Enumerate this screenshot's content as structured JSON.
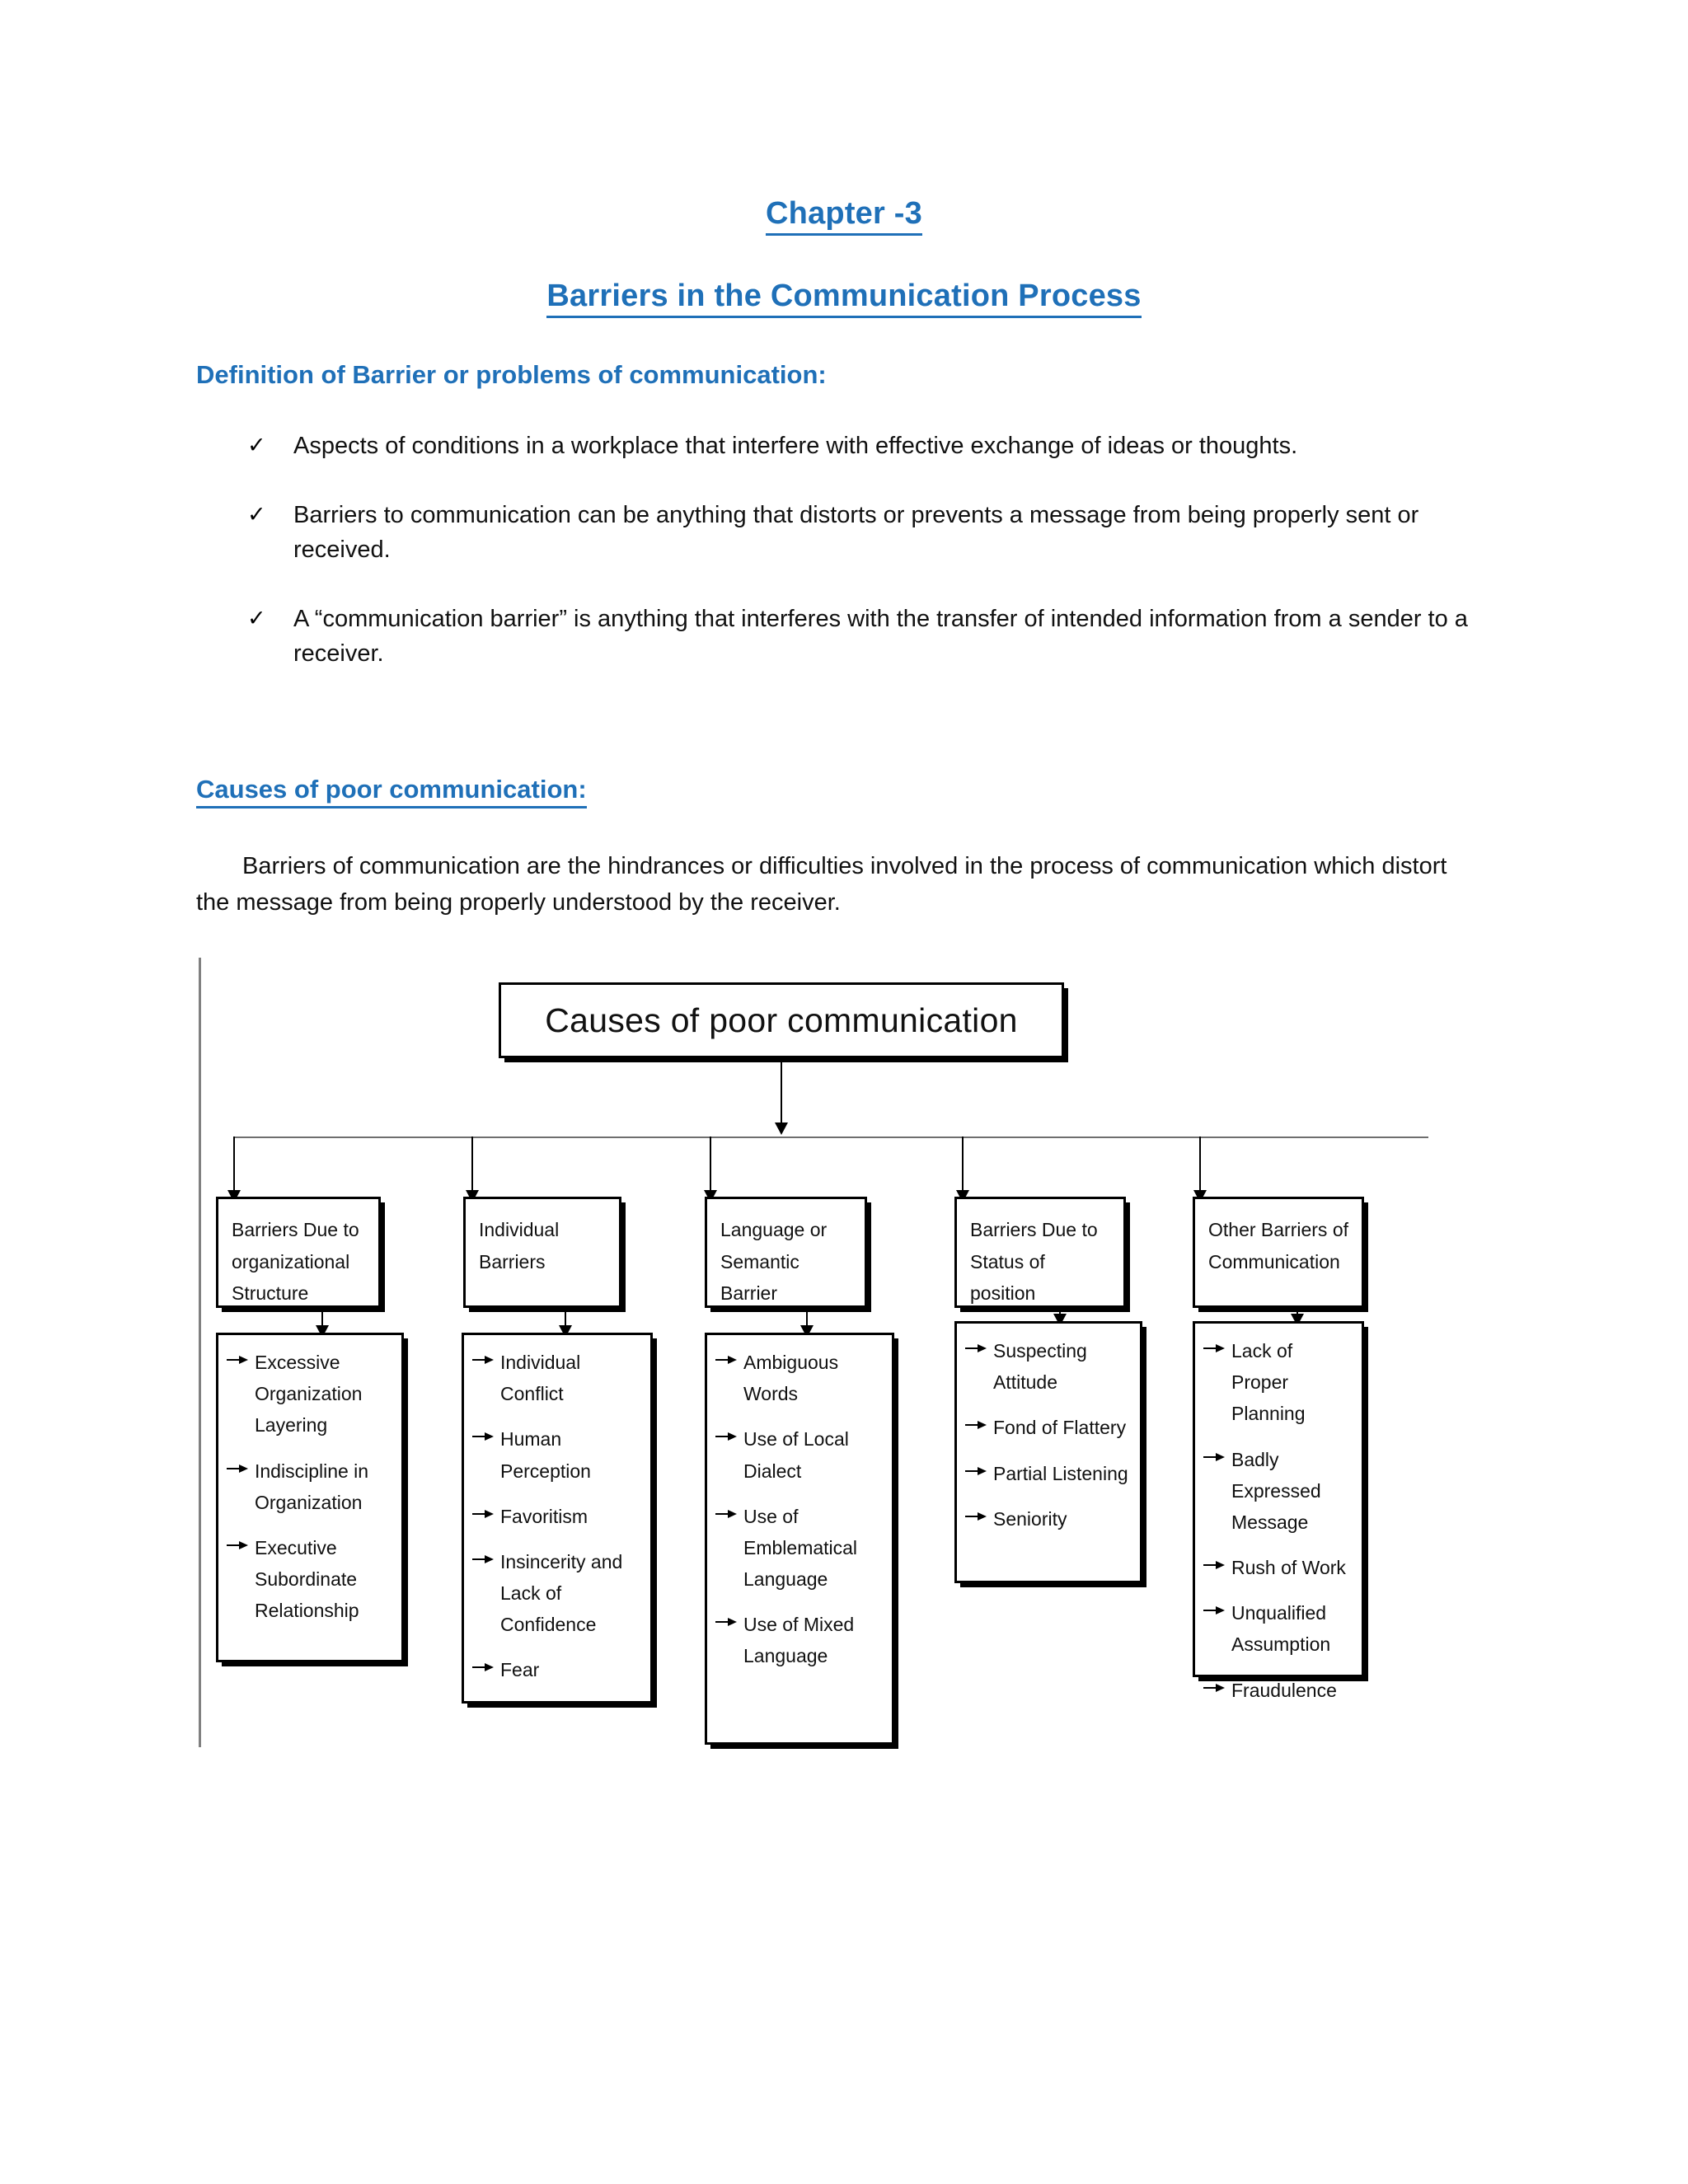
{
  "document": {
    "chapter_title": "Chapter -3",
    "main_title": "Barriers in the Communication Process",
    "sections": {
      "definition_heading": "Definition of Barrier or problems of communication:",
      "causes_heading": "Causes of poor communication:",
      "intro_paragraph": "Barriers of communication are the hindrances or difficulties involved in the process of communication which distort the message from being properly understood by the receiver."
    },
    "bullets": [
      {
        "marker": "✓",
        "text": "Aspects of conditions in a workplace that interfere with effective exchange of ideas or thoughts."
      },
      {
        "marker": "✓",
        "text": "Barriers to communication can be anything that distorts or prevents a message from being properly sent or received."
      },
      {
        "marker": "✓",
        "text": "A “communication barrier” is anything that interferes with the transfer of intended information from a sender to a receiver."
      }
    ]
  },
  "colors": {
    "heading_blue": "#1F70B8",
    "body_black": "#111111",
    "box_border": "#000000",
    "left_rule_gray": "#808080"
  },
  "chart_data": {
    "type": "diagram",
    "diagram_kind": "tree-hierarchy",
    "title": "Causes of poor communication",
    "root": "Causes of poor communication",
    "branches": [
      {
        "category": "Barriers Due to organizational Structure",
        "items": [
          "Excessive Organization Layering",
          "Indiscipline in Organization",
          "Executive Subordinate Relationship"
        ]
      },
      {
        "category": "Individual Barriers",
        "items": [
          "Individual Conflict",
          "Human Perception",
          "Favoritism",
          "Insincerity and Lack of Confidence",
          "Fear"
        ]
      },
      {
        "category": "Language or Semantic Barrier",
        "items": [
          "Ambiguous Words",
          "Use of Local Dialect",
          "Use of Emblematical Language",
          "Use of Mixed Language"
        ]
      },
      {
        "category": "Barriers Due to Status of position",
        "items": [
          "Suspecting Attitude",
          "Fond of Flattery",
          "Partial Listening",
          "Seniority"
        ]
      },
      {
        "category": "Other Barriers of Communication",
        "items": [
          "Lack of Proper Planning",
          "Badly Expressed Message",
          "Rush of Work",
          "Unqualified Assumption",
          "Fraudulence"
        ]
      }
    ]
  }
}
